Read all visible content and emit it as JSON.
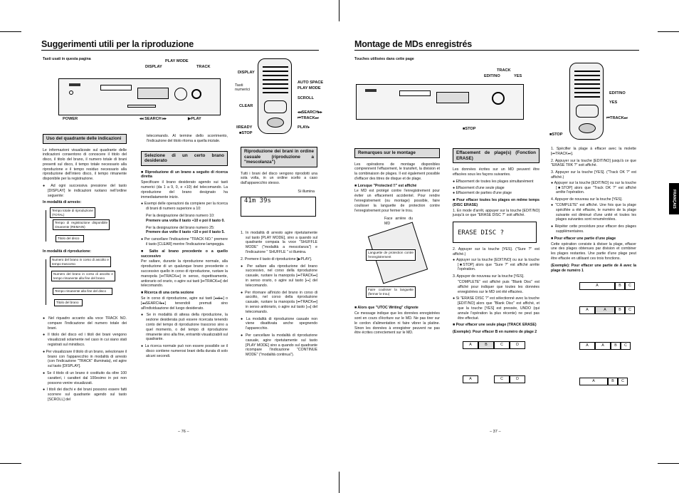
{
  "left": {
    "title": "Suggerimenti utili per la riproduzione",
    "keys_caption": "Tasti usati in questa pagina",
    "device_labels": [
      "DISPLAY",
      "PLAY MODE",
      "TRACK",
      "POWER",
      "◂◂ SEARCH ▸▸",
      "▶PLAY"
    ],
    "remote_labels": [
      "DISPLAY",
      "Tasti numerici",
      "CLEAR",
      "AUTO SPACE",
      "PLAY MODE",
      "SCROLL",
      "◂◂SEARCH▸▸",
      "⏮TRACK⏭",
      "PLAY▸",
      "‖READY",
      "■STOP"
    ],
    "sec1_title": "Uso del quadrante delle indicazioni",
    "sec1_intro": "Le informazioni visualizzate sul quadrante delle indicazioni consentono di conoscere il titolo del disco, il titolo del brano, il numero totale di brani presenti sul disco, il tempo totale necessario alla riproduzione e il tempo residuo necessario alla riproduzione dell'intero disco, il tempo rimanente disponibile per la registrazione.",
    "sec1_b1": "Ad ogni successiva pressione del tasto [DISPLAY] le indicazioni ruotano nell'ordine seguente:",
    "stop_mode": "In modalità di arresto:",
    "stop_flow": [
      "Tempo totale di riproduzione (TOTAL)",
      "Tempo di registrazione disponibile rimanente (REMAIN)",
      "Titolo del disco"
    ],
    "play_mode": "In modalità di riproduzione:",
    "play_flow": [
      "Numero del brano in corso di ascolto e tempo trascorso",
      "Numero del brano in corso di ascolto e tempo rimanente alla fine del brano",
      "Tempo rimanente alla fine del disco",
      "Titolo del brano"
    ],
    "sec1_notes": [
      "Nel riquadro accanto alla voce TRACK NO. compare l'indicazione del numero totale dei brani.",
      "Il titolo del disco ed i titoli dei brani vengono visualizzati solamente nel caso in cui siano stati registrati sul minidisco.",
      "Per visualizzare il titolo di un brano, selezionare il brano con l'apparecchio in modalità di arresto (con l'indicazione \"TRACK\" illuminata), ed agire sul tasto [DISPLAY].",
      "Se il titolo di un brano è costituito da oltre 100 caratteri, i caratteri dal 100esimo in poi non possono venire visualizzati.",
      "I titoli dei dischi e dei brani possono essere fatti scorrere sul quadrante agendo sul tasto [SCROLL] del"
    ],
    "sec1_cont": "telecomando. Al termine dello scorrimento, l'indicazione del titolo ritorna a quella iniziale.",
    "sec2_title": "Selezione di un certo brano desiderato",
    "sec2_h1": "■ Riproduzione di un brano a seguito di ricerca diretta",
    "sec2_p1": "Specificare il brano desiderato agendo sui tasti numerici (da 1 a 9, 0, e +10) del telecomando. La riproduzione del brano designato ha immediatamente inizio.",
    "sec2_b1": "Esempi delle operazioni da compiere per la ricerca di brani di numero superiore a 10:",
    "sec2_e1": "Per la designazione del brano numero 10:",
    "sec2_e1b": "Premere una volta il tasto +10 e poi il tasto 0.",
    "sec2_e2": "Per la designazione del brano numero 25:",
    "sec2_e2b": "Premere due volte il tasto +10 e poi il tasto 5.",
    "sec2_b2": "Per cancellare l'indicazione \"TRACK NO.\" premere il tasto [CLEAR] mentre l'indicazione lampeggia.",
    "sec2_h2": "■ Salto al brano precedente o a quello successivo",
    "sec2_p2": "Per saltare, durante la riproduzione normale, alla riproduzione di un qualunque brano precedente o successivo quello in corso di riproduzione, ruotare la manopola [⏮TRACK⏭] in senso, rispettivamente, antiorario od orario, o agire sui tasti [⏮TRACK⏭] del telecomando.",
    "sec2_h3": "■ Ricerca di una certa sezione",
    "sec2_p3": "Se in corso di riproduzione, agire sui tasti [◂◂/▸▸] o [◂◂SEARCH▸▸] tenendoli premuti sino all'individuazione del luogo desiderato.",
    "sec2_b3": "Se in modalità di attesa della riproduzione, la sezione desiderata può essere ricercata tenendo conto del tempo di riproduzione trascorso sino a quel momento, o del tempo di riproduzione rimanente sino alla fine, entrambi visualizzabili sul quadrante.",
    "sec2_b4": "La ricerca normale può non essere possibile se il disco contiene numerosi brani della durata di solo alcuni secondi.",
    "sec3_title": "Riproduzione dei brani in ordine casuale (riproduzione a \"mescolanza\")",
    "sec3_p1": "Tutti i brani del disco vengono riprodotti una sola volta, in un ordine scelto a caso dall'apparecchio stesso.",
    "lcd_note": "Si illumina",
    "lcd_text": "41m 39s",
    "sec3_steps": [
      "In modalità di arresto agire ripetutamente sul tasto [PLAY MODE], sino a quando sul quadrante compaia la voce \"SHUFFLE MODE\" (\"modalità a mescolanza\") e l'indicazione \" SHUFFLE \" si illumina.",
      "Premere il tasto di riproduzione [▶PLAY]."
    ],
    "sec3_notes": [
      "Per saltare alla riproduzione del brano successivo, nel corso della riproduzione casuale, ruotare la manopola [⏮TRACK⏭] in senso orario, o agire sul tasto [▸▸] del telecomando.",
      "Per ritornare all'inizio del brano in corso di ascolto, nel corso della riproduzione casuale, ruotare la manopola [⏮TRACK⏭] in senso antiorario, o agire sul tasto [◂◂] del telecomando.",
      "La modalità di riproduzione casuale non viene disattivata anche spegnendo l'apparecchio.",
      "Per cancellare la modalità di riproduzione casuale, agire ripetutamente sul tasto [PLAY MODE] sino a quando sul quadrante ricompare l'indicazione \"CONTINUE MODE\" (\"modalità continua\")."
    ],
    "page_num": "– 76 –"
  },
  "right": {
    "title": "Montage de MDs enregistrés",
    "keys_caption": "Touches utilisées dans cette page",
    "device_labels": [
      "TRACK",
      "EDIT/NO",
      "YES",
      "■STOP"
    ],
    "remote_labels": [
      "EDIT/NO",
      "YES",
      "⏮TRACK⏭",
      "■STOP"
    ],
    "sec1_title": "Remarques sur le montage",
    "sec1_p1": "Les opérations de montage disponibles comprennent l'effacement, le transfert, la division et la combinaison de plages. Il est également possible d'effacer des titres de disque et de plage.",
    "sec1_h1": "■ Lorsque \"Protected !!\" est affiché",
    "sec1_p2": "Le MD est protégé contre l'enregistrement pour éviter un effacement accidentel. Pour rendre l'enregistrement (ou montage) possible, faire coulisser la languette de protection contre l'enregistrement pour fermer le trou.",
    "md_label1": "Face arrière du MD",
    "md_label2": "Languette de protection contre l'enregistrement",
    "md_label3": "Faire coulisser la languette (fermer le trou)",
    "sec1_h2": "■ Alors que \"UTOC Writing\" clignote",
    "sec1_p3": "Ce message indique que les données enregistrées sont en cours d'écriture sur le MD. Ne pas tirer sur le cordon d'alimentation ni faire vibrer la platine. Sinon les données à enregistrer peuvent ne pas être écrites correctement sur le MD.",
    "sec2_title": "Effacement de plage(s) (Fonction ERASE)",
    "sec2_p1": "Les données écrites sur un MD peuvent être effacées sous les façons suivantes.",
    "sec2_list": [
      "Effacement de toutes les plages simultanément",
      "Effacement d'une seule plage",
      "Effacement de parties d'une plage"
    ],
    "sec2_h1": "■ Pour effacer toutes les plages en même temps (DISC ERASE)",
    "sec2_s1": "1. En mode d'arrêt, appuyer sur la touche [EDIT/NO] jusqu'à ce que \"ERASE DISC ?\" soit affiché.",
    "lcd2_text": "ERASE DISC ?",
    "sec2_s2": "2. Appuyer sur la touche [YES]. (\"Sure ?\" est affiché.)",
    "sec2_s2b": "Appuyer sur la touche [EDIT/NO] ou sur la touche [■STOP] alors que \"Sure ?\" est affiché arrête l'opération.",
    "sec2_s3": "3. Appuyer de nouveau sur la touche [YES].",
    "sec2_s3b": "\"COMPLETE\" est affiché puis \"Blank Disc\" est affiché pour indiquer que toutes les données enregistrées sur le MD ont été effacées.",
    "sec2_s3c": "Si \"ERASE DISC ?\" est sélectionné avec la touche [EDIT/NO] alors que \"Blank Disc\" est affiché, et que la touche [YES] est pressée, UNDO (qui annule l'opération la plus récente) ne peut pas être effectué.",
    "sec2_h2": "■ Pour effacer une seule plage (TRACK ERASE)",
    "sec2_ex": "(Exemple): Pour effacer B en numéro de plage 2",
    "sec3_steps": [
      "1. Spécifier la plage à effacer avec la molette [⏮TRACK⏭].",
      "2. Appuyer sur la touche [EDIT/NO] jusqu'à ce que \"ERASE TRK ?\" soit affiché.",
      "3. Appuyer sur la touche [YES]. (\"Track OK ?\" est affiché.)",
      "Appuyer sur la touche [EDIT/NO] ou sur la touche [■STOP] alors que \"Track OK ?\" est affiché arrête l'opération.",
      "4. Appuyer de nouveau sur la touche [YES].",
      "\"COMPLETE\" est affiché. Une fois que la plage spécifiée a été effacée, le numéro de la plage suivante est diminué d'une unité et toutes les plages suivantes sont renumérotées.",
      "Répéter cette procédure pour effacer des plages supplémentaires."
    ],
    "sec3_h1": "■ Pour effacer une partie d'une plage",
    "sec3_p1": "Cette opération consiste à diviser la plage, effacer une des plages obtenues par division et combiner les plages restantes. Une partie d'une plage peut être effacée en utilisant ces trois fonctions.",
    "sec3_ex": "(Exemple): Pour effacer une partie de A avec la plage de numéro 1",
    "side_tab": "FRANÇAIS",
    "page_num": "– 37 –"
  }
}
